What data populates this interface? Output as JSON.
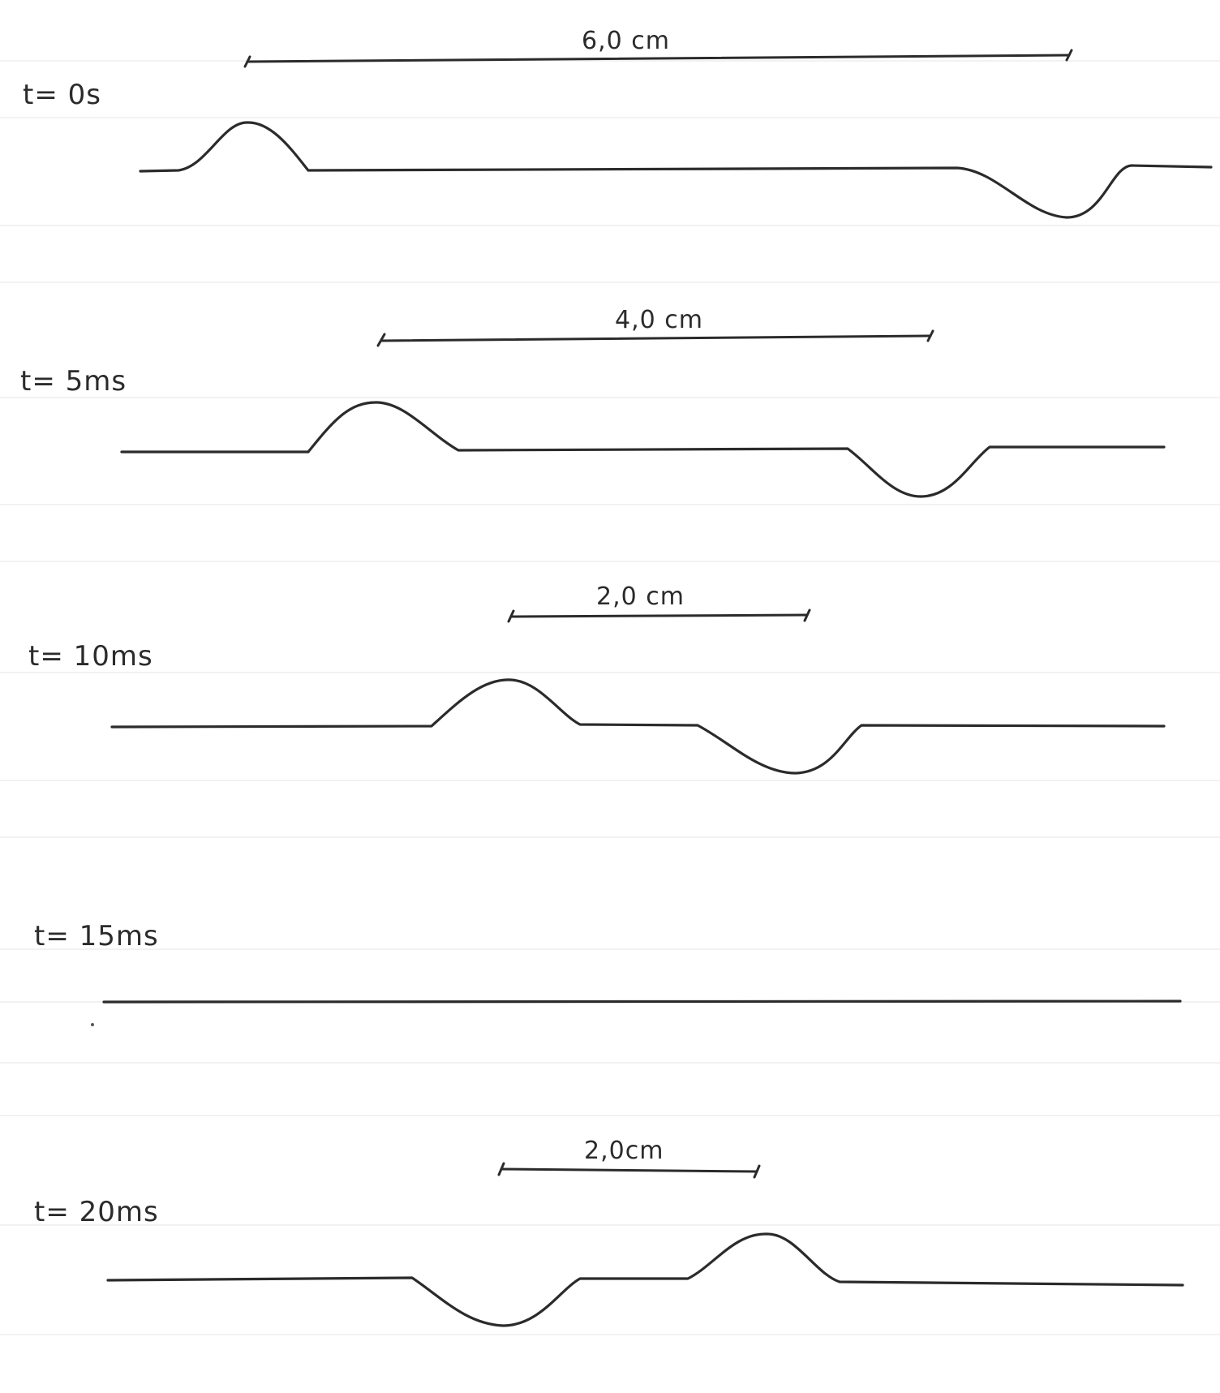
{
  "colors": {
    "ink": "#2b2b2b",
    "paper": "#ffffff",
    "ruling": "#eeeeee"
  },
  "snapshots": [
    {
      "id": "t0",
      "time_label": "t= 0s",
      "distance_label": "6,0 cm"
    },
    {
      "id": "t5",
      "time_label": "t= 5ms",
      "distance_label": "4,0 cm"
    },
    {
      "id": "t10",
      "time_label": "t= 10ms",
      "distance_label": "2,0 cm"
    },
    {
      "id": "t15",
      "time_label": "t= 15ms",
      "distance_label": ""
    },
    {
      "id": "t20",
      "time_label": "t= 20ms",
      "distance_label": "2,0cm"
    }
  ]
}
